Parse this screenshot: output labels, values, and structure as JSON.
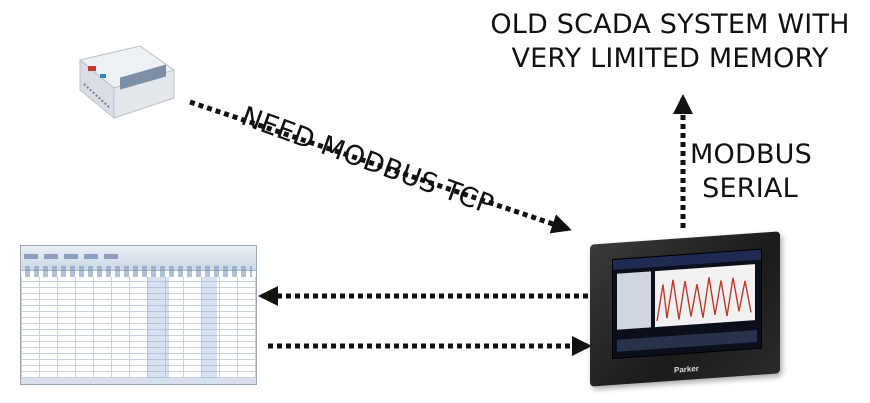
{
  "labels": {
    "scada_line1": "OLD SCADA SYSTEM WITH",
    "scada_line2": "VERY LIMITED MEMORY",
    "modbus_tcp": "NEED MODBUS TCP",
    "serial_line1": "MODBUS",
    "serial_line2": "SERIAL"
  },
  "devices": {
    "io_module": "io-module",
    "spreadsheet": "spreadsheet-application",
    "hmi": "hmi-touch-panel",
    "hmi_brand": "Parker"
  },
  "colors": {
    "arrow": "#111111",
    "hmi_body": "#222222"
  }
}
